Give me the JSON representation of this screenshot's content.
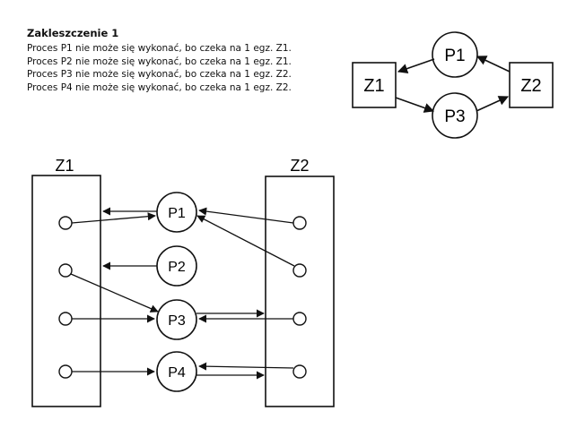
{
  "header": {
    "title": "Zakleszczenie 1",
    "lines": [
      "Proces P1 nie może się wykonać, bo czeka na 1 egz. Z1.",
      "Proces P2 nie może się wykonać, bo czeka na 1 egz. Z1.",
      "Proces P3 nie może się wykonać, bo czeka na 1 egz. Z2.",
      "Proces P4 nie może się wykonać, bo czeka na 1 egz. Z2."
    ]
  },
  "small_graph": {
    "resource_left": "Z1",
    "resource_right": "Z2",
    "process_top": "P1",
    "process_bottom": "P3"
  },
  "big_graph": {
    "resource_left": "Z1",
    "resource_right": "Z2",
    "processes": [
      "P1",
      "P2",
      "P3",
      "P4"
    ]
  }
}
